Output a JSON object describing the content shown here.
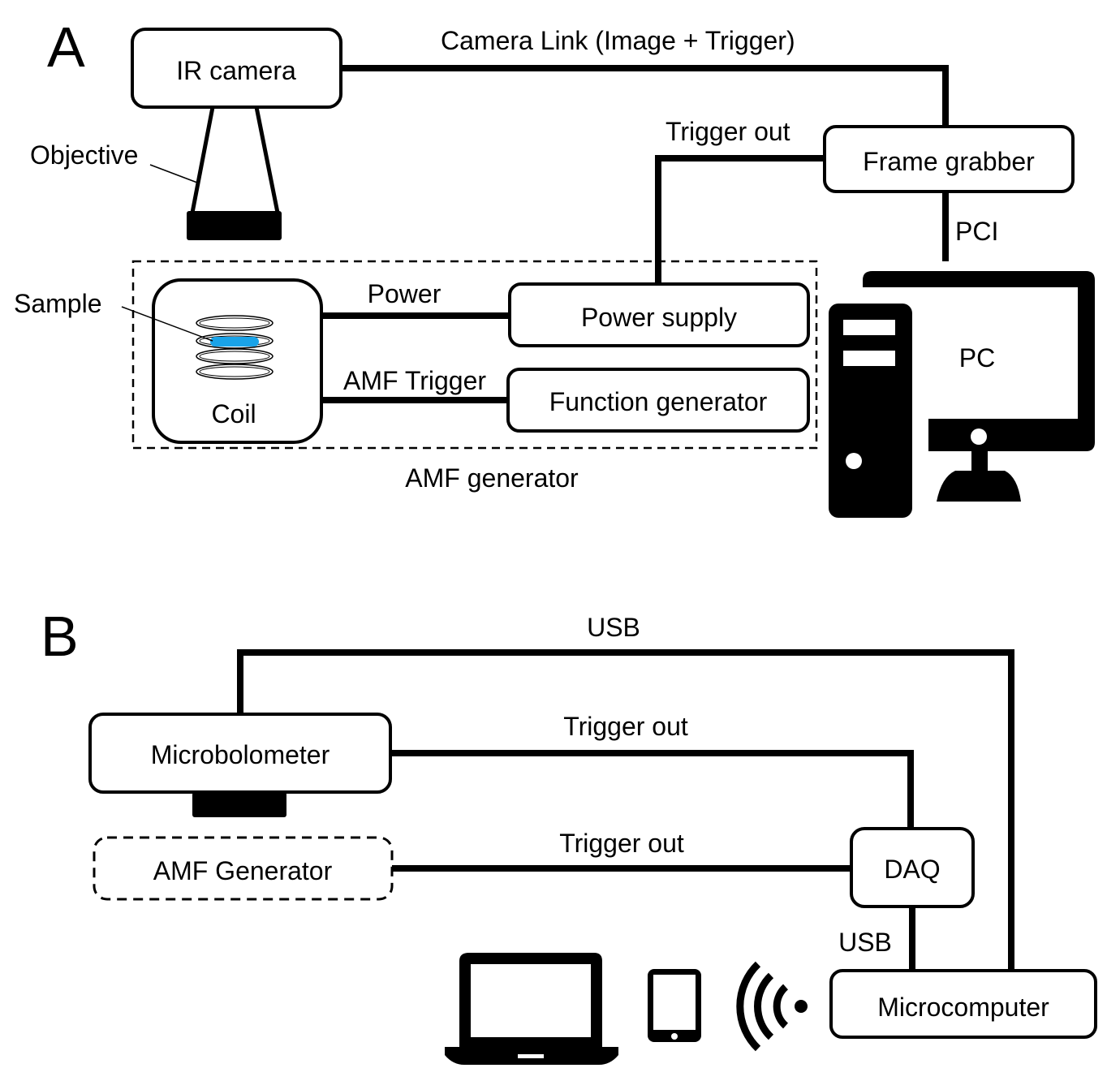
{
  "panel_a": {
    "letter": "A",
    "ir_camera": "IR camera",
    "objective": "Objective",
    "camera_link": "Camera Link (Image + Trigger)",
    "trigger_out": "Trigger out",
    "frame_grabber": "Frame grabber",
    "pci": "PCI",
    "sample": "Sample",
    "coil": "Coil",
    "power": "Power",
    "power_supply": "Power supply",
    "amf_trigger": "AMF Trigger",
    "function_generator": "Function generator",
    "amf_generator_group": "AMF generator",
    "pc": "PC",
    "sample_color": "#1aa3e8"
  },
  "panel_b": {
    "letter": "B",
    "usb_top": "USB",
    "microbolometer": "Microbolometer",
    "trigger_out_1": "Trigger out",
    "amf_generator": "AMF Generator",
    "trigger_out_2": "Trigger out",
    "daq": "DAQ",
    "usb_daq": "USB",
    "microcomputer": "Microcomputer"
  }
}
